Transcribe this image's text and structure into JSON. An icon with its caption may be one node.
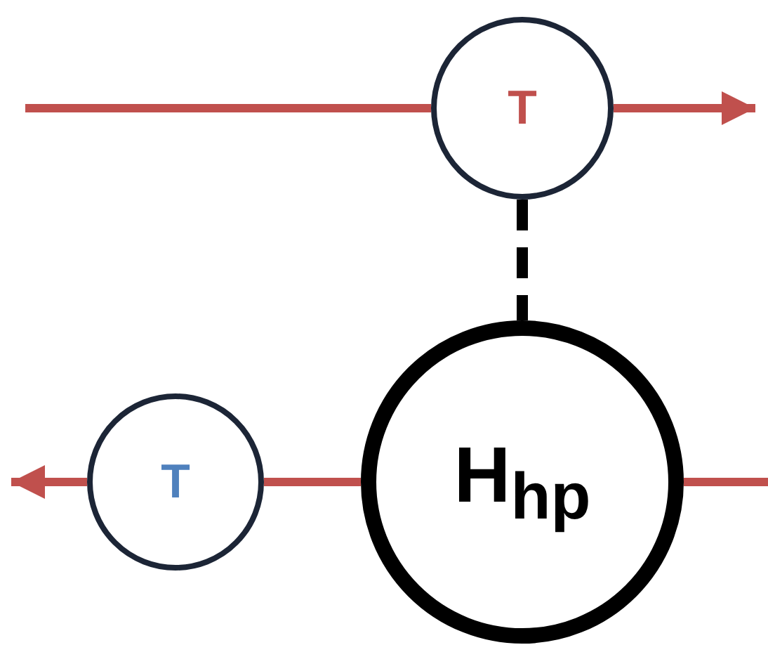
{
  "diagram": {
    "nodes": [
      {
        "text": [
          "T"
        ]
      },
      {
        "text": [
          "H$_{hp}$"
        ]
      },
      {
        "text": [
          "T"
        ]
      }
    ],
    "edges": [
      {
        "from": null,
        "to": 0,
        "arrow": "none"
      },
      {
        "from": 0,
        "to": null,
        "arrow": "to"
      },
      {
        "from": 0,
        "to": 1,
        "arrow": "none",
        "style": "dashed",
        "color": "#000000"
      },
      {
        "from": null,
        "to": 1,
        "arrow": "none"
      },
      {
        "from": 1,
        "to": 2,
        "arrow": "none"
      },
      {
        "from": 2,
        "to": null,
        "arrow": "to"
      }
    ]
  }
}
